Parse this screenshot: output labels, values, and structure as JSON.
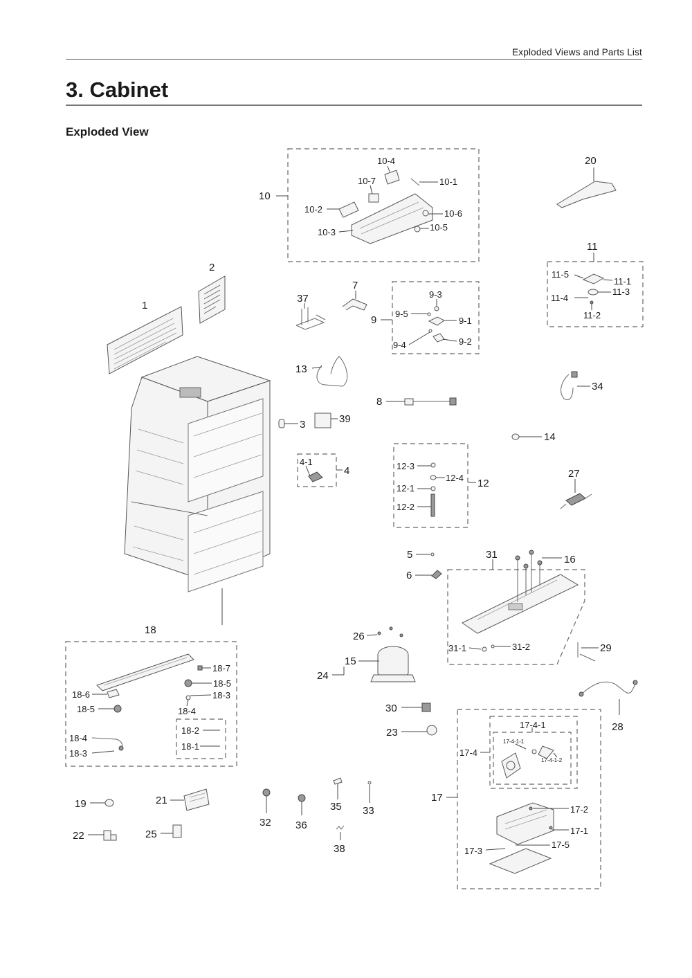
{
  "header": {
    "section": "Exploded Views and Parts List"
  },
  "page": {
    "title": "3.  Cabinet",
    "subtitle": "Exploded View"
  },
  "labels": {
    "p1": "1",
    "p2": "2",
    "p3": "3",
    "p4": "4",
    "p4_1": "4-1",
    "p5": "5",
    "p6": "6",
    "p7": "7",
    "p8": "8",
    "p9": "9",
    "p9_1": "9-1",
    "p9_2": "9-2",
    "p9_3": "9-3",
    "p9_4": "9-4",
    "p9_5": "9-5",
    "p10": "10",
    "p10_1": "10-1",
    "p10_2": "10-2",
    "p10_3": "10-3",
    "p10_4": "10-4",
    "p10_5": "10-5",
    "p10_6": "10-6",
    "p10_7": "10-7",
    "p11": "11",
    "p11_1": "11-1",
    "p11_2": "11-2",
    "p11_3": "11-3",
    "p11_4": "11-4",
    "p11_5": "11-5",
    "p12": "12",
    "p12_1": "12-1",
    "p12_2": "12-2",
    "p12_3": "12-3",
    "p12_4": "12-4",
    "p13": "13",
    "p14": "14",
    "p15": "15",
    "p16": "16",
    "p17": "17",
    "p17_1": "17-1",
    "p17_2": "17-2",
    "p17_3": "17-3",
    "p17_4": "17-4",
    "p17_4_1": "17-4-1",
    "p17_4_1_1": "17-4-1-1",
    "p17_4_1_2": "17-4-1-2",
    "p17_5": "17-5",
    "p18": "18",
    "p18_1": "18-1",
    "p18_2": "18-2",
    "p18_3a": "18-3",
    "p18_3b": "18-3",
    "p18_4a": "18-4",
    "p18_4b": "18-4",
    "p18_5a": "18-5",
    "p18_5b": "18-5",
    "p18_6": "18-6",
    "p18_7": "18-7",
    "p19": "19",
    "p20": "20",
    "p21": "21",
    "p22": "22",
    "p23": "23",
    "p24": "24",
    "p25": "25",
    "p26": "26",
    "p27": "27",
    "p28": "28",
    "p29": "29",
    "p30": "30",
    "p31": "31",
    "p31_1": "31-1",
    "p31_2": "31-2",
    "p32": "32",
    "p33": "33",
    "p34": "34",
    "p35": "35",
    "p36": "36",
    "p37": "37",
    "p38": "38",
    "p39": "39"
  }
}
